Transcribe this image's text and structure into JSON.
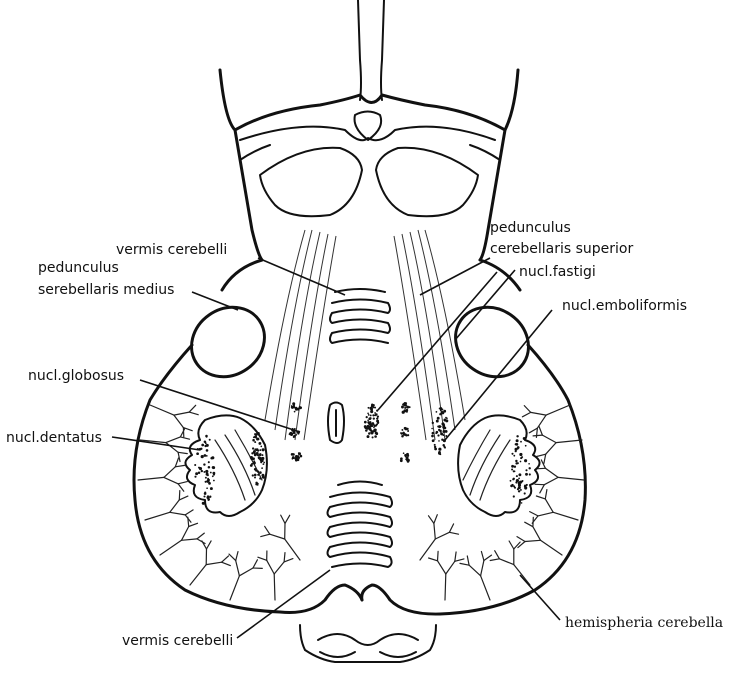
{
  "labels": {
    "vermis_cerebelli_top": "vermis cerebelli",
    "pedunculus_medius_line1": "pedunculus",
    "pedunculus_medius_line2": "serebellaris medius",
    "pedunculus_superior_line1": "pedunculus",
    "pedunculus_superior_line2": "cerebellaris superior",
    "nucl_fastigi": "nucl.fastigi",
    "nucl_emboliformis": "nucl.emboliformis",
    "nucl_globosus": "nucl.globosus",
    "nucl_dentatus": "nucl.dentatus",
    "vermis_cerebelli_bottom": "vermis cerebelli",
    "hemispheria_cerebella": "hemispheria cerebella"
  },
  "colors": {
    "ink": "#111111",
    "background": "#ffffff"
  }
}
